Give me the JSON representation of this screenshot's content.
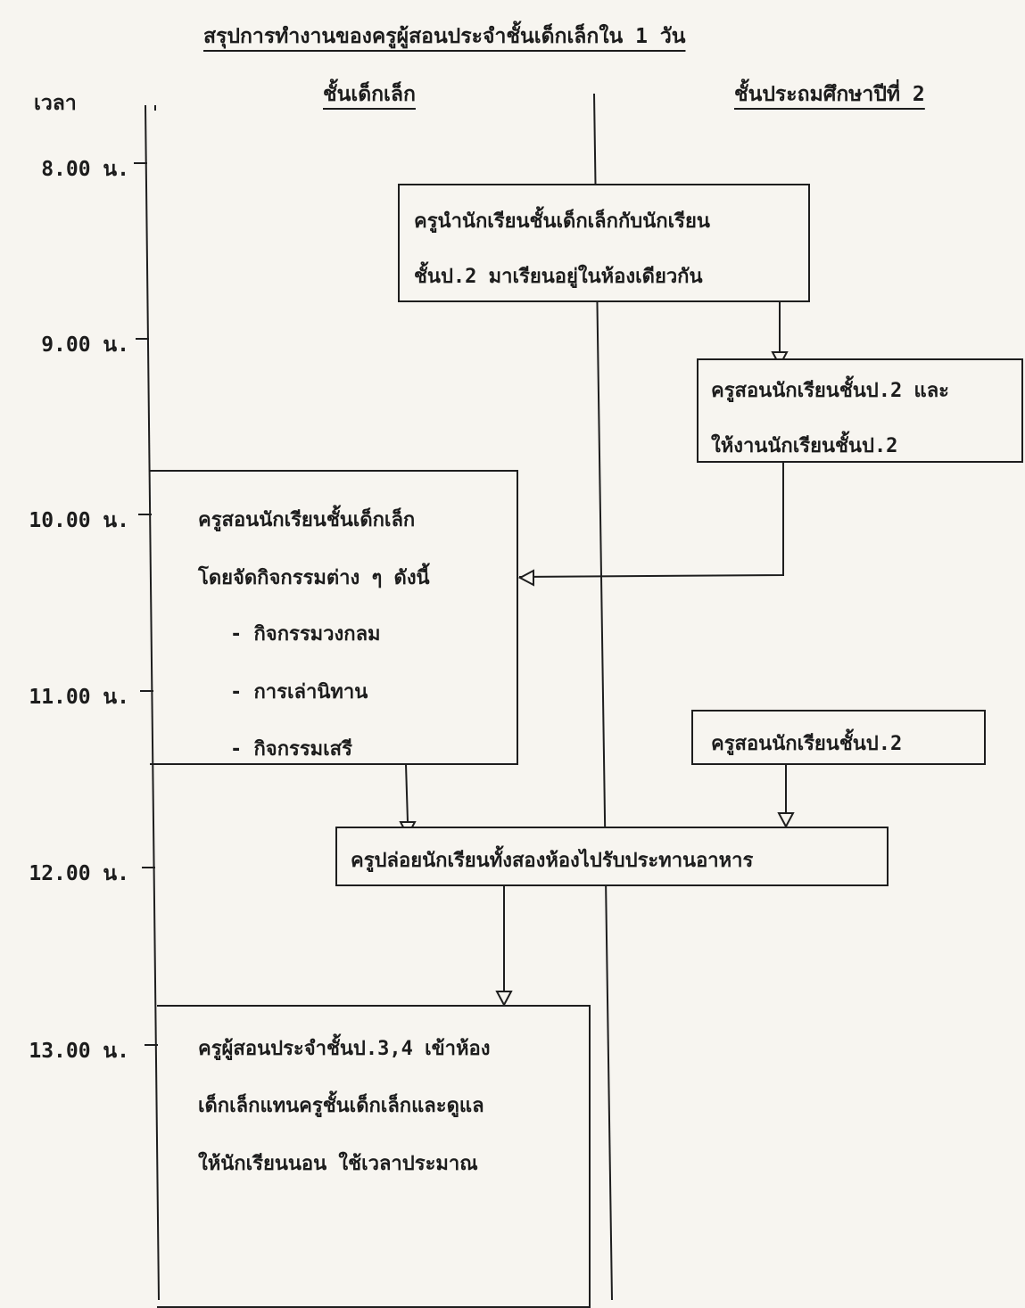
{
  "title": "สรุปการทำงานของครูผู้สอนประจำชั้นเด็กเล็กใน 1 วัน",
  "headers": {
    "time": "เวลา",
    "kindergarten": "ชั้นเด็กเล็ก",
    "grade2": "ชั้นประถมศึกษาปีที่ 2"
  },
  "times": [
    "8.00 น.",
    "9.00 น.",
    "10.00 น.",
    "11.00 น.",
    "12.00 น.",
    "13.00 น."
  ],
  "boxes": {
    "combine": [
      "ครูนำนักเรียนชั้นเด็กเล็กกับนักเรียน",
      "ชั้นป.2 มาเรียนอยู่ในห้องเดียวกัน"
    ],
    "teach_p2": [
      "ครูสอนนักเรียนชั้นป.2 และ",
      "ให้งานนักเรียนชั้นป.2"
    ],
    "teach_kinder": [
      "ครูสอนนักเรียนชั้นเด็กเล็ก",
      "โดยจัดกิจกรรมต่าง ๆ ดังนี้",
      "- กิจกรรมวงกลม",
      "- การเล่านิทาน",
      "- กิจกรรมเสรี"
    ],
    "teach_p2_again": [
      "ครูสอนนักเรียนชั้นป.2"
    ],
    "lunch": [
      "ครูปล่อยนักเรียนทั้งสองห้องไปรับประทานอาหาร"
    ],
    "afternoon": [
      "ครูผู้สอนประจำชั้นป.3,4 เข้าห้อง",
      "เด็กเล็กแทนครูชั้นเด็กเล็กและดูแล",
      "ให้นักเรียนนอน ใช้เวลาประมาณ"
    ]
  }
}
